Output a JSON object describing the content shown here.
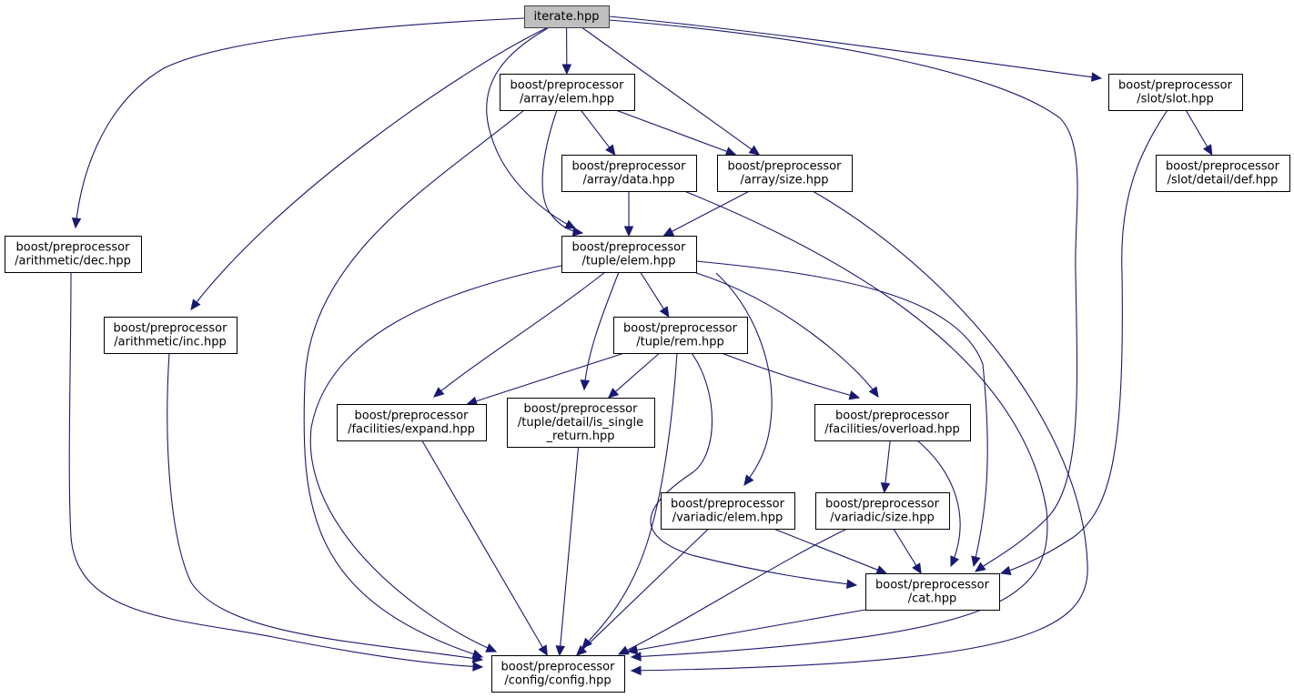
{
  "title": "iterate.hpp include dependency graph",
  "edge_color": "#191970",
  "root_fill": "#bfbfbf",
  "nodes": [
    {
      "id": "iterate",
      "lines": [
        "iterate.hpp"
      ],
      "root": true
    },
    {
      "id": "array_elem",
      "lines": [
        "boost/preprocessor",
        "/array/elem.hpp"
      ]
    },
    {
      "id": "slot_slot",
      "lines": [
        "boost/preprocessor",
        "/slot/slot.hpp"
      ]
    },
    {
      "id": "array_data",
      "lines": [
        "boost/preprocessor",
        "/array/data.hpp"
      ]
    },
    {
      "id": "array_size",
      "lines": [
        "boost/preprocessor",
        "/array/size.hpp"
      ]
    },
    {
      "id": "slot_def",
      "lines": [
        "boost/preprocessor",
        "/slot/detail/def.hpp"
      ]
    },
    {
      "id": "arith_dec",
      "lines": [
        "boost/preprocessor",
        "/arithmetic/dec.hpp"
      ]
    },
    {
      "id": "tuple_elem",
      "lines": [
        "boost/preprocessor",
        "/tuple/elem.hpp"
      ]
    },
    {
      "id": "arith_inc",
      "lines": [
        "boost/preprocessor",
        "/arithmetic/inc.hpp"
      ]
    },
    {
      "id": "tuple_rem",
      "lines": [
        "boost/preprocessor",
        "/tuple/rem.hpp"
      ]
    },
    {
      "id": "fac_expand",
      "lines": [
        "boost/preprocessor",
        "/facilities/expand.hpp"
      ]
    },
    {
      "id": "is_single",
      "lines": [
        "boost/preprocessor",
        "/tuple/detail/is_single",
        "_return.hpp"
      ]
    },
    {
      "id": "fac_overload",
      "lines": [
        "boost/preprocessor",
        "/facilities/overload.hpp"
      ]
    },
    {
      "id": "var_elem",
      "lines": [
        "boost/preprocessor",
        "/variadic/elem.hpp"
      ]
    },
    {
      "id": "var_size",
      "lines": [
        "boost/preprocessor",
        "/variadic/size.hpp"
      ]
    },
    {
      "id": "cat",
      "lines": [
        "boost/preprocessor",
        "/cat.hpp"
      ]
    },
    {
      "id": "config",
      "lines": [
        "boost/preprocessor",
        "/config/config.hpp"
      ]
    }
  ],
  "edges": [
    {
      "from": "iterate",
      "to": "array_elem"
    },
    {
      "from": "iterate",
      "to": "array_size"
    },
    {
      "from": "iterate",
      "to": "slot_slot"
    },
    {
      "from": "iterate",
      "to": "arith_dec"
    },
    {
      "from": "iterate",
      "to": "arith_inc"
    },
    {
      "from": "iterate",
      "to": "tuple_elem"
    },
    {
      "from": "iterate",
      "to": "cat"
    },
    {
      "from": "array_elem",
      "to": "array_data"
    },
    {
      "from": "array_elem",
      "to": "array_size"
    },
    {
      "from": "array_elem",
      "to": "tuple_elem"
    },
    {
      "from": "array_elem",
      "to": "config"
    },
    {
      "from": "array_data",
      "to": "tuple_elem"
    },
    {
      "from": "array_data",
      "to": "config"
    },
    {
      "from": "array_size",
      "to": "tuple_elem"
    },
    {
      "from": "array_size",
      "to": "config"
    },
    {
      "from": "slot_slot",
      "to": "slot_def"
    },
    {
      "from": "slot_slot",
      "to": "cat"
    },
    {
      "from": "arith_dec",
      "to": "config"
    },
    {
      "from": "arith_inc",
      "to": "config"
    },
    {
      "from": "tuple_elem",
      "to": "tuple_rem"
    },
    {
      "from": "tuple_elem",
      "to": "fac_expand"
    },
    {
      "from": "tuple_elem",
      "to": "is_single"
    },
    {
      "from": "tuple_elem",
      "to": "fac_overload"
    },
    {
      "from": "tuple_elem",
      "to": "var_elem"
    },
    {
      "from": "tuple_elem",
      "to": "cat"
    },
    {
      "from": "tuple_elem",
      "to": "config"
    },
    {
      "from": "tuple_rem",
      "to": "fac_expand"
    },
    {
      "from": "tuple_rem",
      "to": "is_single"
    },
    {
      "from": "tuple_rem",
      "to": "fac_overload"
    },
    {
      "from": "tuple_rem",
      "to": "cat"
    },
    {
      "from": "tuple_rem",
      "to": "config"
    },
    {
      "from": "fac_expand",
      "to": "config"
    },
    {
      "from": "is_single",
      "to": "config"
    },
    {
      "from": "fac_overload",
      "to": "var_size"
    },
    {
      "from": "fac_overload",
      "to": "cat"
    },
    {
      "from": "var_elem",
      "to": "cat"
    },
    {
      "from": "var_elem",
      "to": "config"
    },
    {
      "from": "var_size",
      "to": "cat"
    },
    {
      "from": "var_size",
      "to": "config"
    },
    {
      "from": "cat",
      "to": "config"
    }
  ]
}
